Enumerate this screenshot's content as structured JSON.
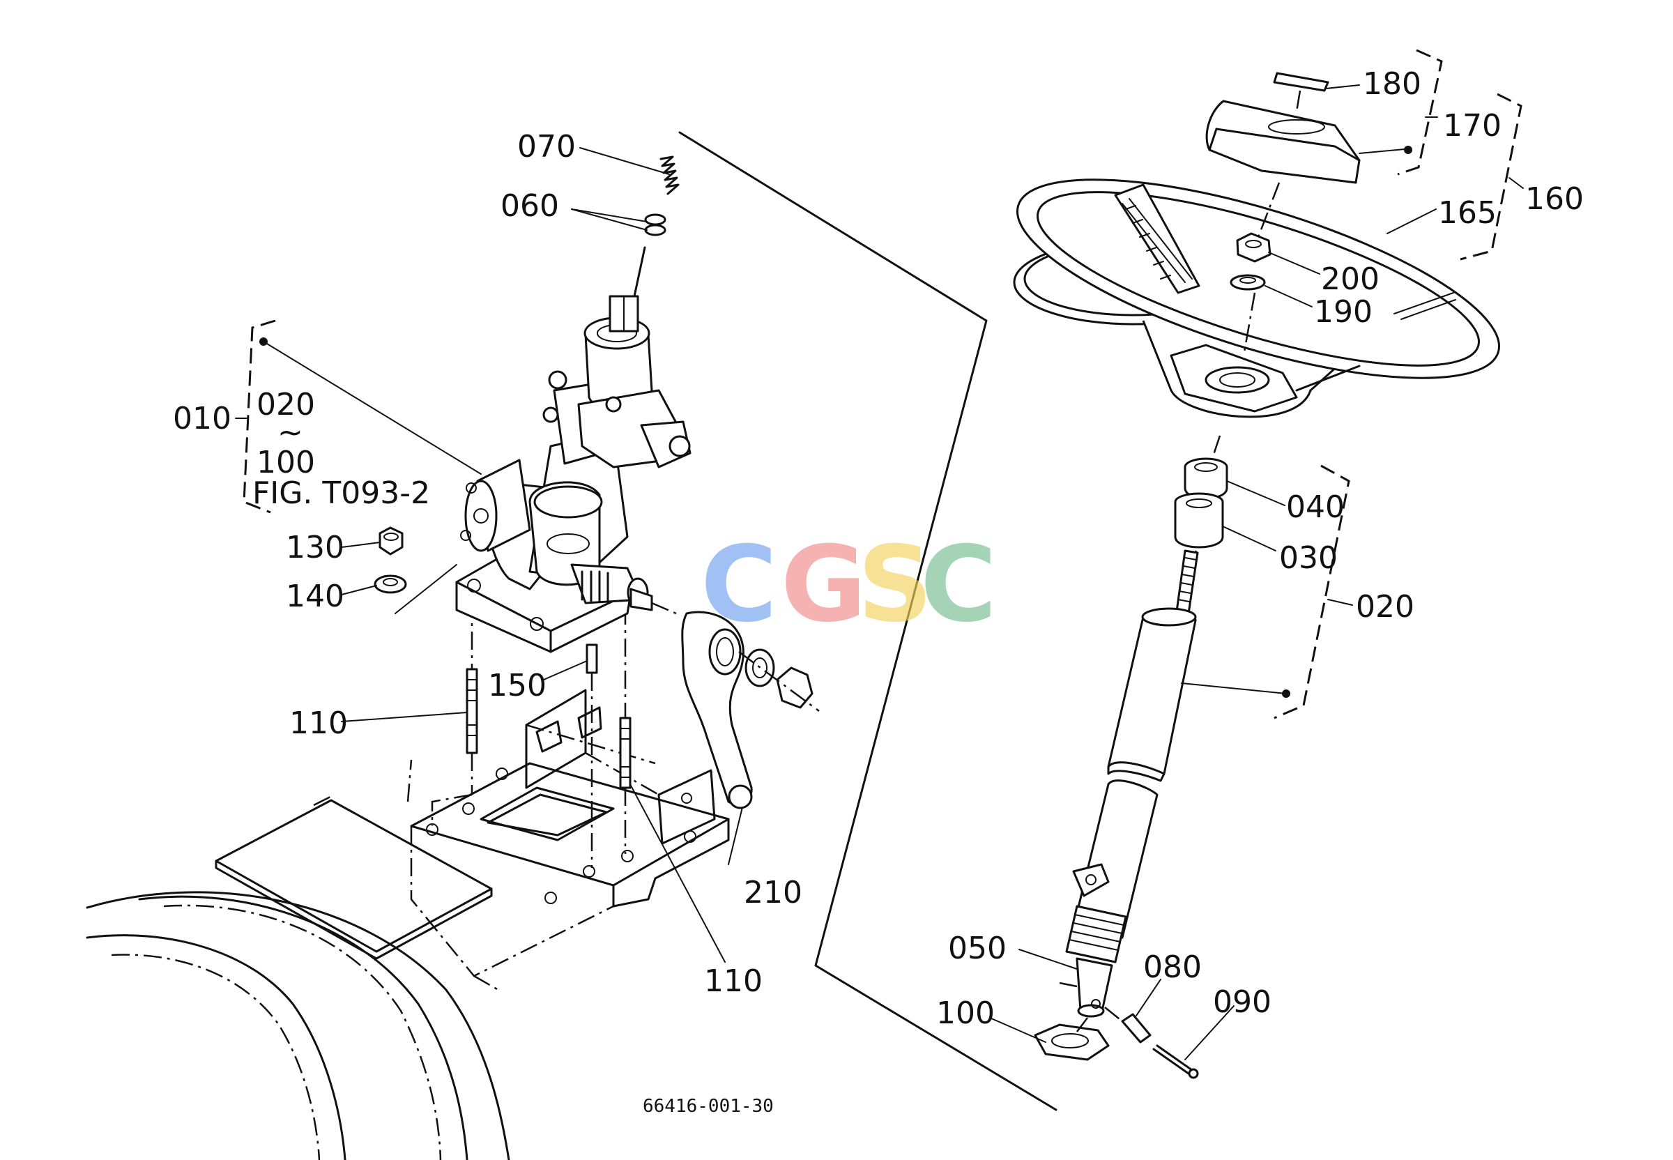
{
  "watermark": {
    "letters": [
      {
        "char": "C",
        "color": "#6fa0f0"
      },
      {
        "char": "G",
        "color": "#f08a86"
      },
      {
        "char": "S",
        "color": "#f2d25e"
      },
      {
        "char": "C",
        "color": "#74bc8f"
      }
    ]
  },
  "labels": {
    "l070": "070",
    "l060": "060",
    "l010": "010",
    "l020a": "020",
    "tilde": "~",
    "l100a": "100",
    "figref": "FIG. T093-2",
    "l130": "130",
    "l140": "140",
    "l150": "150",
    "l110a": "110",
    "l110b": "110",
    "l210": "210",
    "l180": "180",
    "l170": "170",
    "l160": "160",
    "l165": "165",
    "l200": "200",
    "l190": "190",
    "l040": "040",
    "l030": "030",
    "l020b": "020",
    "l050": "050",
    "l080": "080",
    "l090": "090",
    "l100b": "100"
  },
  "drawing_number": "66416-001-30"
}
